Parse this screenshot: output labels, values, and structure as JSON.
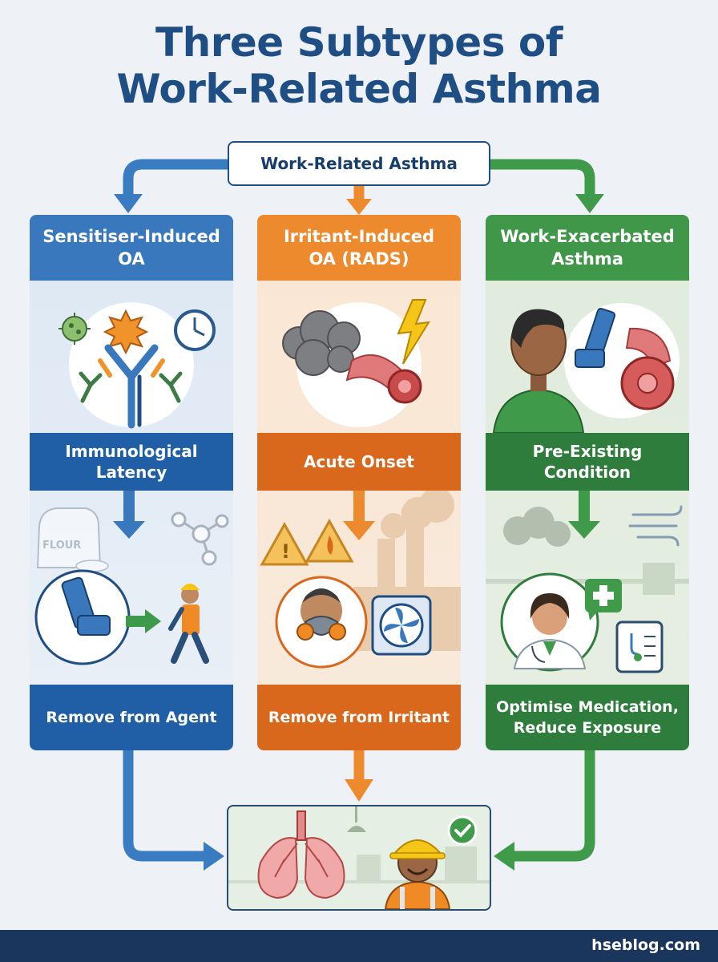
{
  "title": {
    "line1": "Three Subtypes of",
    "line2": "Work-Related Asthma"
  },
  "root": {
    "label": "Work-Related Asthma"
  },
  "columns": [
    {
      "header": "Sensitiser-Induced OA",
      "mechanism": "Immunological Latency",
      "management": "Remove from Agent",
      "color": "#3a78be"
    },
    {
      "header": "Irritant-Induced OA (RADS)",
      "mechanism": "Acute Onset",
      "management": "Remove from Irritant",
      "color": "#ee8a2e"
    },
    {
      "header": "Work-Exacerbated Asthma",
      "mechanism": "Pre-Existing Condition",
      "management": "Optimise Medication, Reduce Exposure",
      "color": "#40974a"
    }
  ],
  "illustrations": {
    "flour_sack_text": "FLOUR"
  },
  "footer": {
    "site": "hseblog.com"
  },
  "colors": {
    "title": "#1f4e84",
    "footer_bg": "#1b365c"
  }
}
